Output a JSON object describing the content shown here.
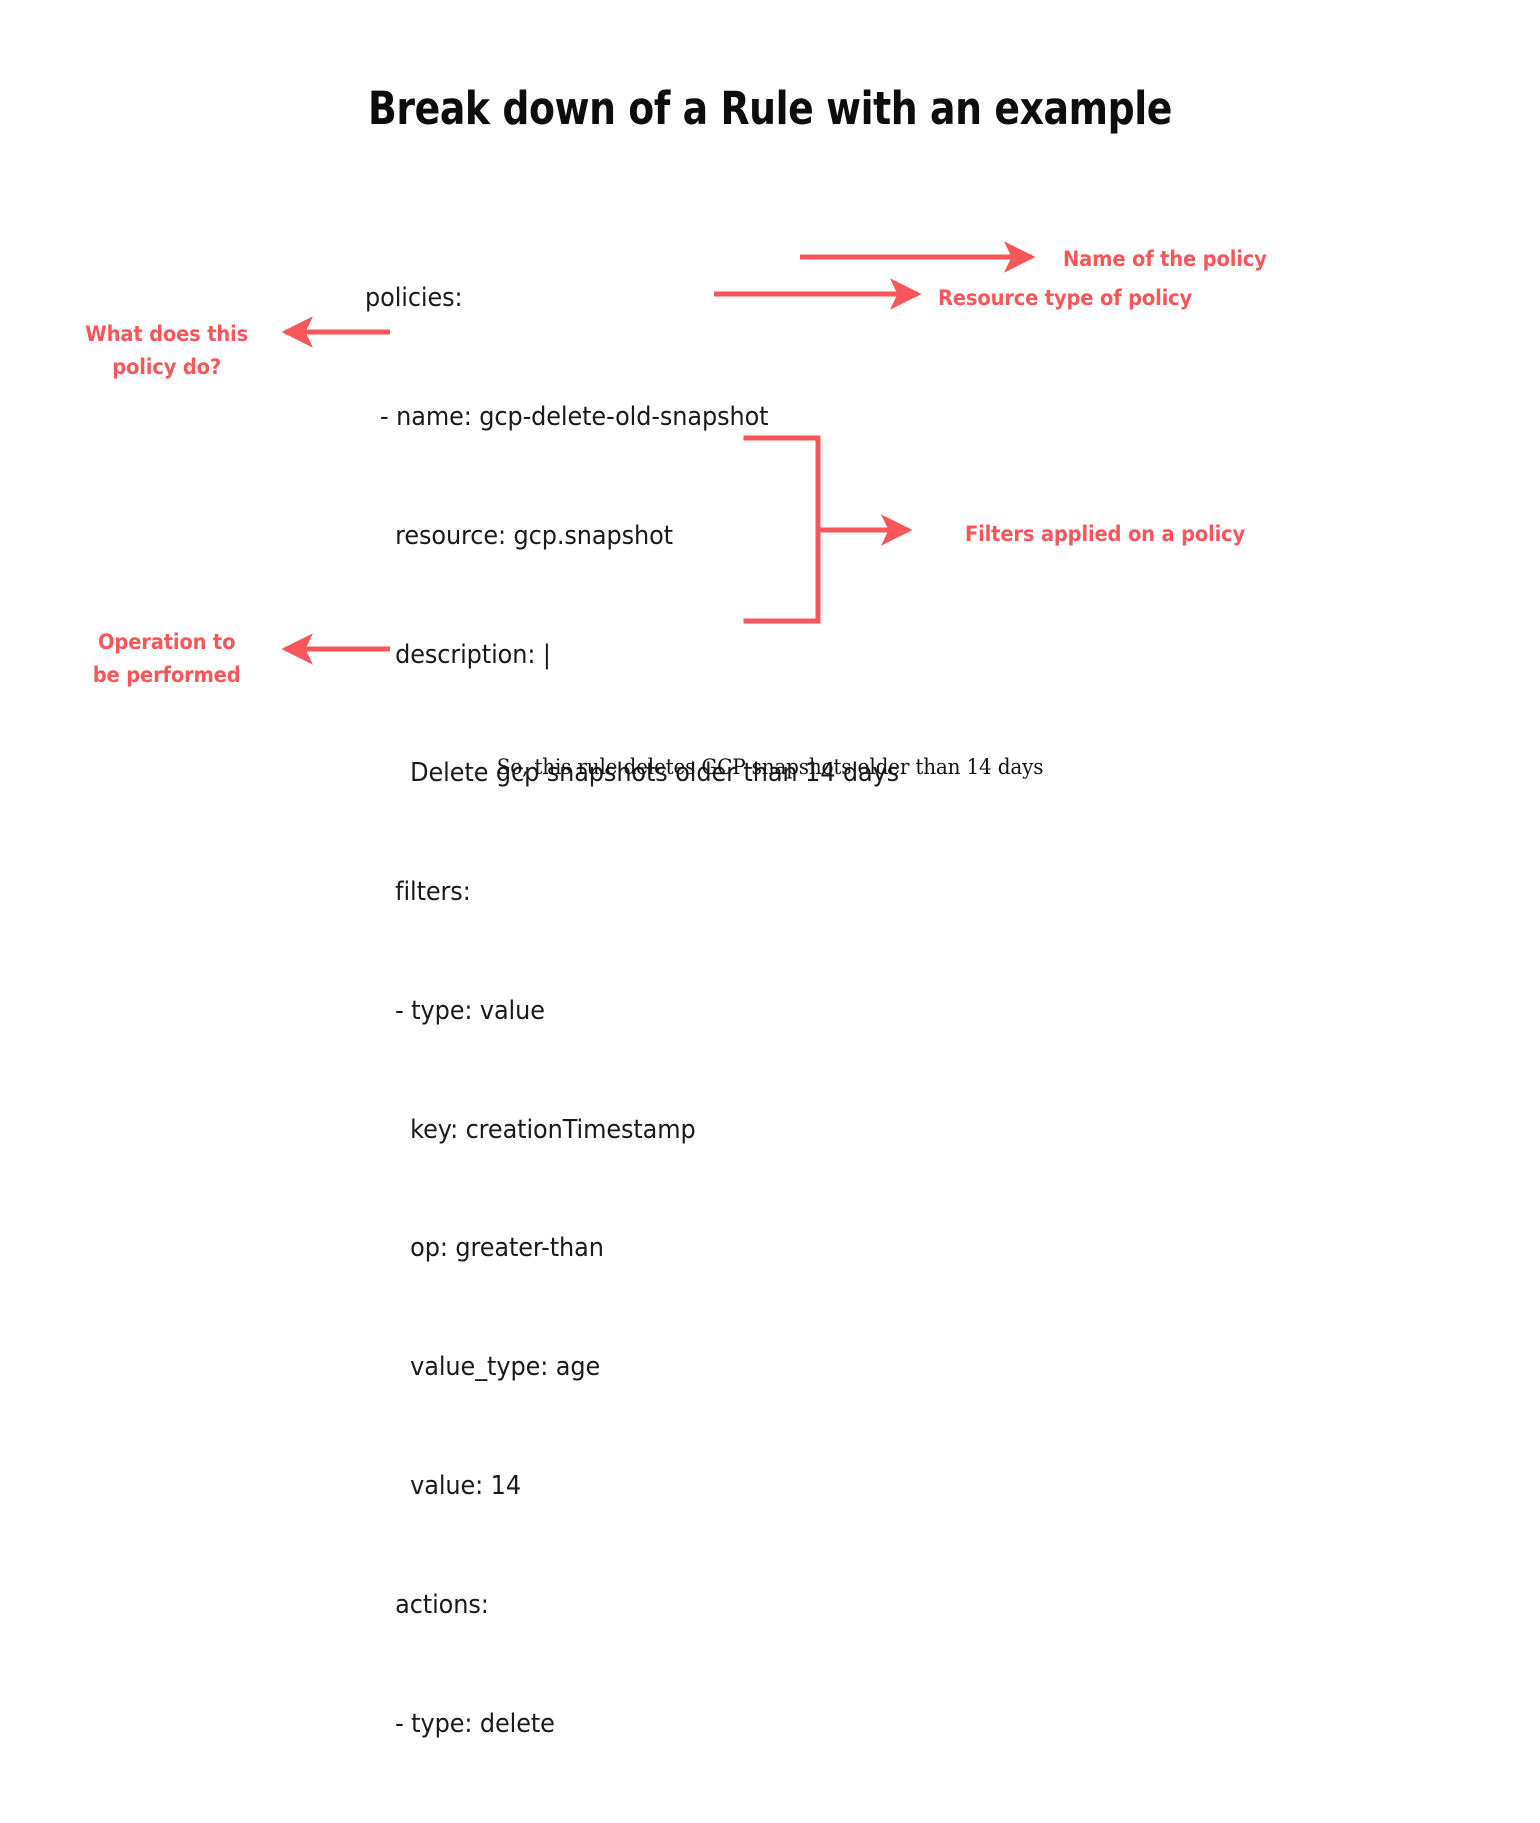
{
  "page": {
    "background": "#ffffff",
    "accent_color": "#f7575a",
    "text_color": "#1a1a1a"
  },
  "title": "Break down of a Rule with an example",
  "code": {
    "language": "yaml",
    "lines": [
      "policies:",
      "  - name: gcp-delete-old-snapshot",
      "    resource: gcp.snapshot",
      "    description: |",
      "      Delete gcp snapshots older than 14 days",
      "    filters:",
      "    - type: value",
      "      key: creationTimestamp",
      "      op: greater-than",
      "      value_type: age",
      "      value: 14",
      "    actions:",
      "    - type: delete"
    ]
  },
  "annotations": [
    {
      "id": "name",
      "text": "Name of the policy",
      "side": "right",
      "target_line": "- name: gcp-delete-old-snapshot"
    },
    {
      "id": "resource",
      "text": "Resource type of policy",
      "side": "right",
      "target_line": "resource: gcp.snapshot"
    },
    {
      "id": "filters",
      "text": "Filters applied on a policy",
      "side": "right",
      "target_line": "filters block"
    },
    {
      "id": "desc",
      "text": "What does this\npolicy do?",
      "side": "left",
      "target_line": "description: |"
    },
    {
      "id": "action",
      "text": "Operation to\nbe performed",
      "side": "left",
      "target_line": "actions:"
    }
  ],
  "caption": "So, this rule deletes GCP snapshots older than 14 days"
}
